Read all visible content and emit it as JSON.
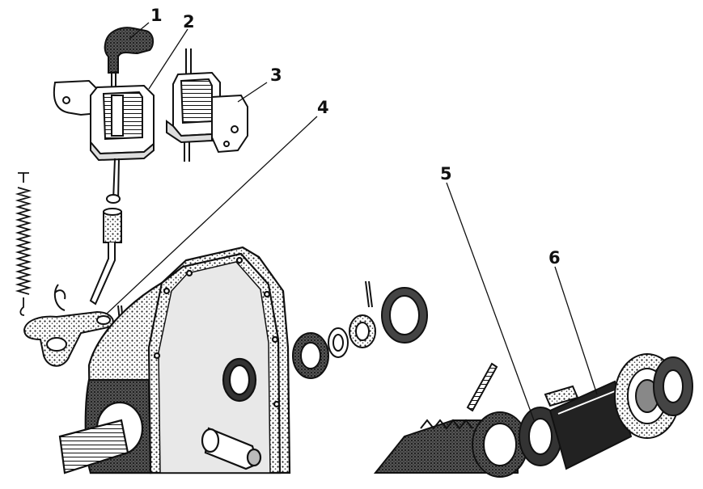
{
  "diagram": {
    "callouts": [
      {
        "id": "1",
        "text": "1"
      },
      {
        "id": "2",
        "text": "2"
      },
      {
        "id": "3",
        "text": "3"
      },
      {
        "id": "4",
        "text": "4"
      },
      {
        "id": "5",
        "text": "5"
      },
      {
        "id": "6",
        "text": "6"
      }
    ]
  },
  "colors": {
    "ink": "#111111",
    "paper": "#ffffff",
    "shade": "#8a8a8a"
  }
}
